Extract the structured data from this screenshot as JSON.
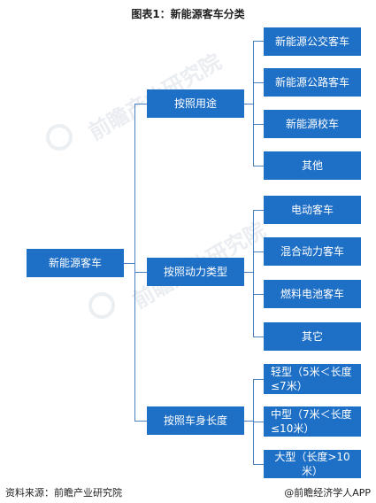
{
  "title": "图表1：新能源客车分类",
  "root": "新能源客车",
  "categories": [
    {
      "label": "按照用途",
      "items": [
        "新能源公交客车",
        "新能源公路客车",
        "新能源校车",
        "其他"
      ]
    },
    {
      "label": "按照动力类型",
      "items": [
        "电动客车",
        "混合动力客车",
        "燃料电池客车",
        "其它"
      ]
    },
    {
      "label": "按照车身长度",
      "items": [
        "轻型（5米＜长度≤7米）",
        "中型（7米＜长度≤10米）",
        "大型（长度>10米）"
      ]
    }
  ],
  "watermark": "前瞻产业研究院",
  "footer": {
    "source": "资料来源：前瞻产业研究院",
    "brand": "@前瞻经济学人APP"
  },
  "colors": {
    "box": "#1e6fc6",
    "line": "#4a7fc0"
  }
}
